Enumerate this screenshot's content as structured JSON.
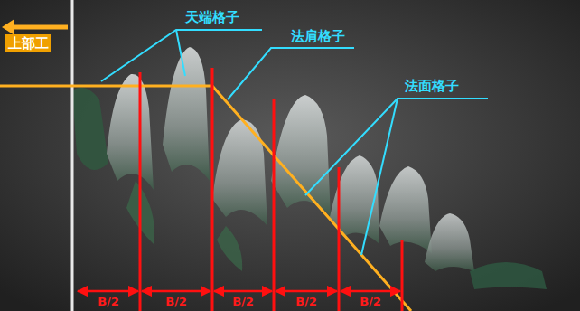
{
  "diagram": {
    "labels": [
      "上部工",
      "天端格子",
      "法肩格子",
      "法面格子",
      "B/2",
      "B/2",
      "B/2",
      "B/2",
      "B/2"
    ]
  }
}
